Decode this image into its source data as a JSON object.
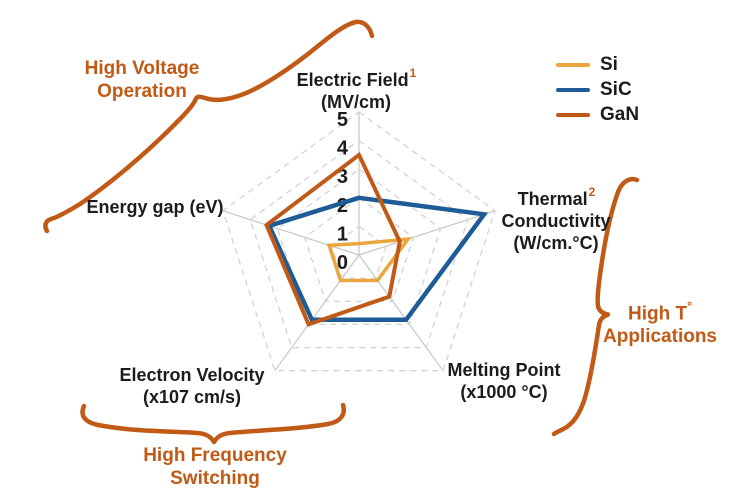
{
  "colors": {
    "accent": "#C05A16",
    "grid_ring": "#D2D2D2",
    "grid_spoke": "#C6C6C6",
    "text": "#1C1C1C",
    "background": "#FFFFFF"
  },
  "chart_data": {
    "type": "radar",
    "rmax": 5,
    "ticks": [
      0,
      1,
      2,
      3,
      4,
      5
    ],
    "grid": "dashed-pentagon-rings-with-solid-spokes",
    "legend_position": "top-right",
    "axes": [
      {
        "name": "Electric Field",
        "line1": "Electric Field",
        "sup": "1",
        "unit": "(MV/cm)"
      },
      {
        "name": "Thermal Conductivity",
        "line1": "Thermal",
        "sup": "2",
        "line2": "Conductivity",
        "unit": "(W/cm.°C)"
      },
      {
        "name": "Melting Point",
        "line1": "Melting Point",
        "unit": "(x1000 °C)"
      },
      {
        "name": "Electron Velocity",
        "line1": "Electron Velocity",
        "unit": "(x107 cm/s)"
      },
      {
        "name": "Energy gap (eV)",
        "line1": "Energy gap (eV)"
      }
    ],
    "series": [
      {
        "name": "Si",
        "color": "#EAA63C",
        "values": [
          0.4,
          1.8,
          1.1,
          1.1,
          1.1
        ]
      },
      {
        "name": "SiC",
        "color": "#1E5C97",
        "values": [
          2.0,
          4.6,
          2.8,
          2.8,
          3.3
        ]
      },
      {
        "name": "GaN",
        "color": "#C05A16",
        "values": [
          3.5,
          1.5,
          1.8,
          3.0,
          3.4
        ]
      }
    ]
  },
  "legend": {
    "items": [
      {
        "label": "Si"
      },
      {
        "label": "SiC"
      },
      {
        "label": "GaN"
      }
    ]
  },
  "annotations": {
    "high_voltage": {
      "line1": "High Voltage",
      "line2": "Operation"
    },
    "high_temp": {
      "line1": "High T",
      "sup": "°",
      "line2": "Applications"
    },
    "high_freq": {
      "line1": "High Frequency",
      "line2": "Switching"
    }
  }
}
